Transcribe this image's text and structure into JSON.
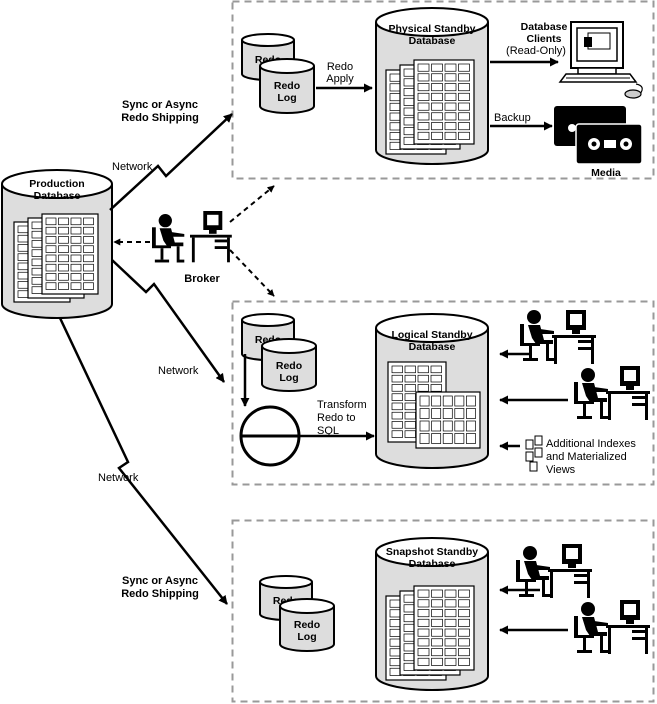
{
  "production": {
    "title_line1": "Production",
    "title_line2": "Database"
  },
  "links": {
    "sync_line1": "Sync or Async",
    "sync_line2": "Redo Shipping",
    "network": "Network",
    "broker": "Broker"
  },
  "physical": {
    "title_line1": "Physical Standby",
    "title_line2": "Database",
    "redo_back": "Redo",
    "redo_line1": "Redo",
    "redo_line2": "Log",
    "apply_line1": "Redo",
    "apply_line2": "Apply",
    "clients_line1": "Database",
    "clients_line2": "Clients",
    "clients_line3": "(Read-Only)",
    "backup": "Backup",
    "media": "Media"
  },
  "logical": {
    "title_line1": "Logical Standby",
    "title_line2": "Database",
    "redo_back": "Redo",
    "redo_line1": "Redo",
    "redo_line2": "Log",
    "transform_line1": "Transform",
    "transform_line2": "Redo to",
    "transform_line3": "SQL",
    "extra_line1": "Additional Indexes",
    "extra_line2": "and Materialized",
    "extra_line3": "Views"
  },
  "snapshot": {
    "title_line1": "Snapshot Standby",
    "title_line2": "Database",
    "redo_back": "Redo",
    "redo_line1": "Redo",
    "redo_line2": "Log"
  }
}
